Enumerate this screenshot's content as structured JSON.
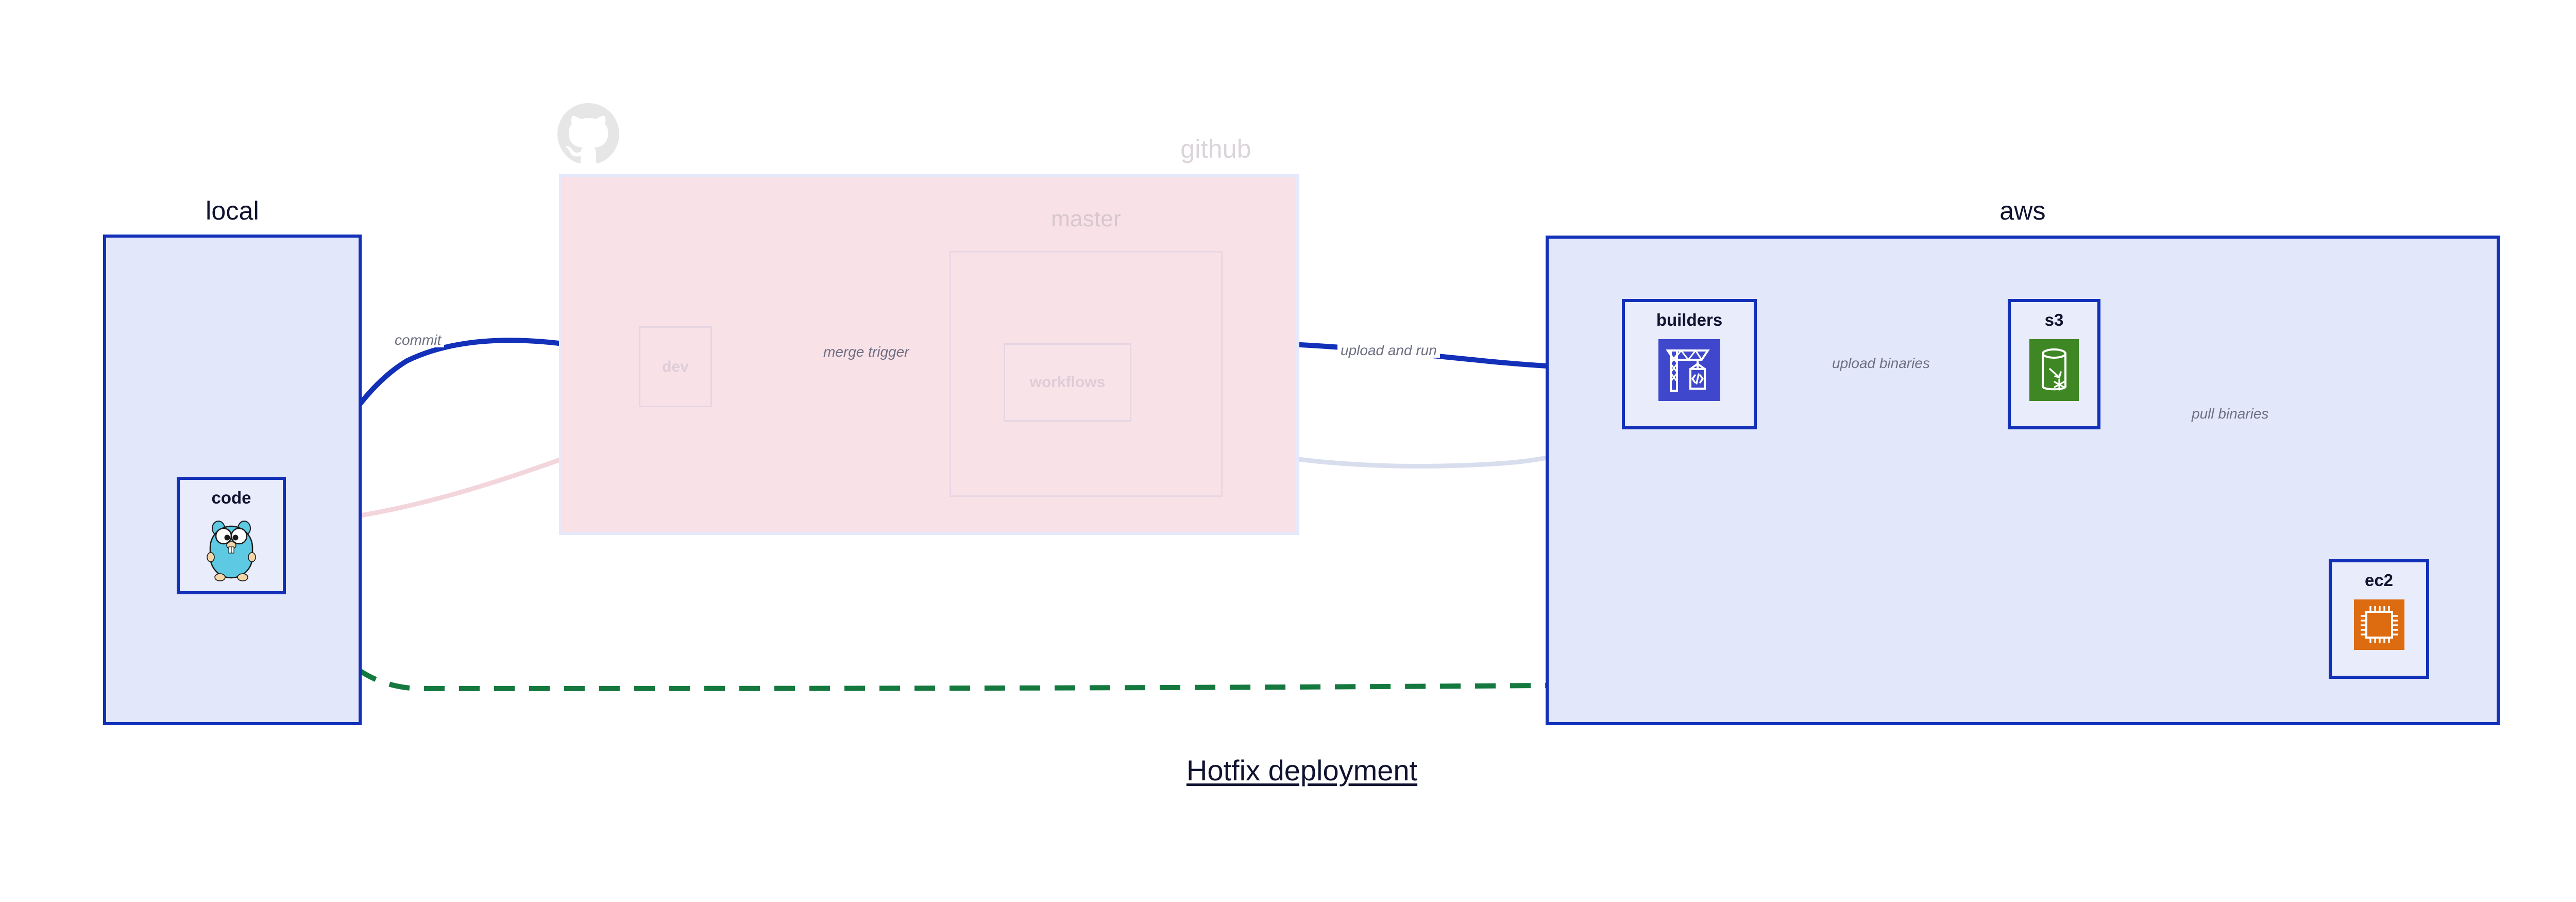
{
  "title": "Hotfix deployment",
  "clusters": [
    {
      "id": "local",
      "label": "local",
      "fill": "#e3e7fa",
      "stroke": "#1230b8"
    },
    {
      "id": "github",
      "label": "github",
      "fill": "#f8e1e7",
      "stroke": "#e6e9fb"
    },
    {
      "id": "master",
      "label": "master",
      "fill": "#f8e1e7",
      "stroke": "#d9cfe0"
    },
    {
      "id": "aws",
      "label": "aws",
      "fill": "#e3e7fa",
      "stroke": "#1230b8"
    }
  ],
  "nodes": [
    {
      "id": "code",
      "label": "code",
      "icon": "go-gopher-icon",
      "cluster": "local",
      "state": "active"
    },
    {
      "id": "dev",
      "label": "dev",
      "icon": "none",
      "cluster": "github",
      "state": "faded"
    },
    {
      "id": "workflows",
      "label": "workflows",
      "icon": "none",
      "cluster": "master",
      "state": "faded"
    },
    {
      "id": "builders",
      "label": "builders",
      "icon": "codebuild-icon",
      "cluster": "aws",
      "state": "active"
    },
    {
      "id": "s3",
      "label": "s3",
      "icon": "s3-bucket-icon",
      "cluster": "aws",
      "state": "active"
    },
    {
      "id": "ec2",
      "label": "ec2",
      "icon": "cpu-chip-icon",
      "cluster": "aws",
      "state": "active"
    }
  ],
  "edges": [
    {
      "id": "commit",
      "label": "commit",
      "from": "code",
      "to": "dev",
      "color": "#1230b8",
      "style": "solid",
      "emphasis": "strong"
    },
    {
      "id": "merge-trigger",
      "label": "merge trigger",
      "from": "dev",
      "to": "workflows",
      "color": "#1230b8",
      "style": "solid",
      "emphasis": "strong"
    },
    {
      "id": "upload-and-run",
      "label": "upload and run",
      "from": "workflows",
      "to": "builders",
      "color": "#1230b8",
      "style": "solid",
      "emphasis": "strong"
    },
    {
      "id": "upload-binaries",
      "label": "upload binaries",
      "from": "builders",
      "to": "s3",
      "color": "#1230b8",
      "style": "solid",
      "emphasis": "strong"
    },
    {
      "id": "pull-binaries",
      "label": "pull binaries",
      "from": "s3",
      "to": "ec2",
      "color": "#1230b8",
      "style": "solid",
      "emphasis": "strong"
    },
    {
      "id": "hotfix-direct",
      "label": "",
      "from": "code",
      "to": "ec2",
      "color": "#15793f",
      "style": "dashed",
      "emphasis": "strong"
    },
    {
      "id": "faded-pink",
      "label": "",
      "from": "code",
      "to": "dev",
      "color": "#f3d5dc",
      "style": "solid",
      "emphasis": "faded"
    },
    {
      "id": "faded-dev-wf",
      "label": "",
      "from": "dev",
      "to": "workflows",
      "color": "#ddd6e8",
      "style": "solid",
      "emphasis": "faded"
    },
    {
      "id": "faded-wf-build",
      "label": "",
      "from": "workflows",
      "to": "builders",
      "color": "#dde1f3",
      "style": "solid",
      "emphasis": "faded"
    }
  ],
  "colors": {
    "edge_strong": "#1230b8",
    "edge_dashed": "#15793f",
    "cluster_blue_fill": "#e3e7fa",
    "cluster_blue_stroke": "#1230b8",
    "cluster_pink_fill": "#f8e1e7",
    "label_text": "#6d6f82",
    "title_text": "#101230",
    "codebuild_blue": "#3f48cc",
    "s3_green": "#3f8624",
    "ec2_orange": "#dd6b10",
    "gopher_teal": "#5dc9e2",
    "octocat_gray": "#e6e6e6"
  }
}
